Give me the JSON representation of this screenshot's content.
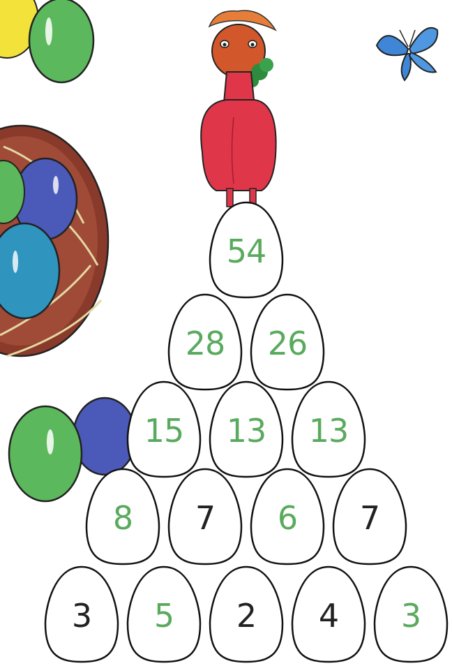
{
  "colors": {
    "given_number": "#222222",
    "solved_number": "#5aaa5e",
    "egg_outline": "#111111",
    "egg_fill": "#ffffff"
  },
  "pyramid": {
    "rows": [
      [
        {
          "value": "54",
          "solved": true
        }
      ],
      [
        {
          "value": "28",
          "solved": true
        },
        {
          "value": "26",
          "solved": true
        }
      ],
      [
        {
          "value": "15",
          "solved": true
        },
        {
          "value": "13",
          "solved": true
        },
        {
          "value": "13",
          "solved": true
        }
      ],
      [
        {
          "value": "8",
          "solved": true
        },
        {
          "value": "7",
          "solved": false
        },
        {
          "value": "6",
          "solved": true
        },
        {
          "value": "7",
          "solved": false
        }
      ],
      [
        {
          "value": "3",
          "solved": false
        },
        {
          "value": "5",
          "solved": true
        },
        {
          "value": "2",
          "solved": false
        },
        {
          "value": "4",
          "solved": false
        },
        {
          "value": "3",
          "solved": true
        }
      ]
    ]
  },
  "decorations": {
    "top_left_eggs": "yellow-and-green-eggs",
    "nest": "nest-with-blue-eggs-icon",
    "alpaca": "red-alpaca-eating-clover",
    "butterfly": "blue-butterfly-icon",
    "lower_left_eggs": "green-and-blue-eggs"
  }
}
